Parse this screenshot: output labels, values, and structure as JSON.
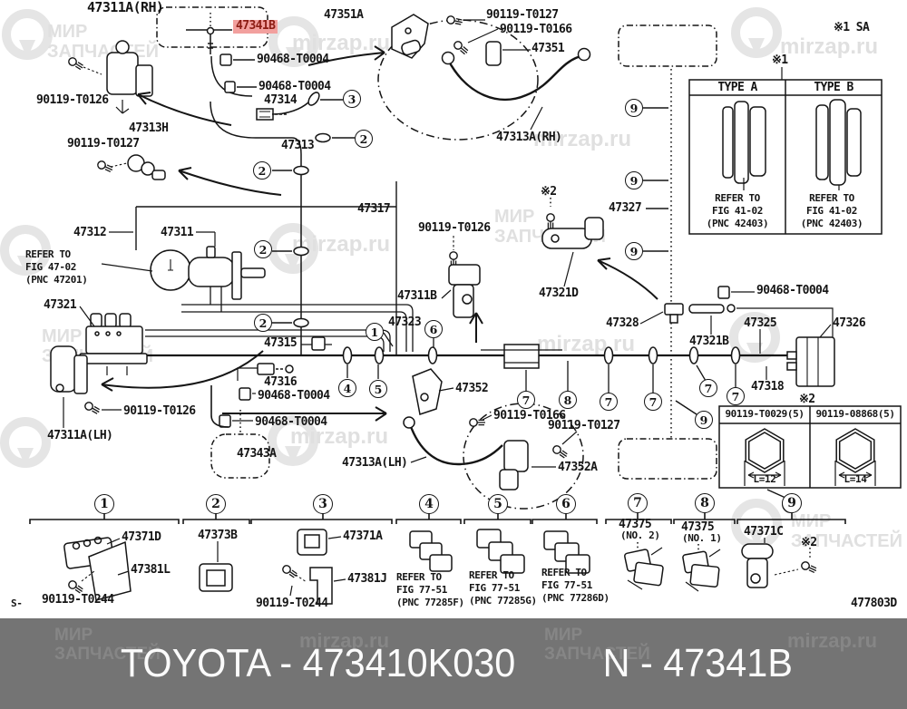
{
  "banner": {
    "left_text": "TOYOTA - 473410K030",
    "right_text": "N - 47341B"
  },
  "footer_code": "477803D",
  "colors": {
    "banner_bg": "#747474",
    "highlight_bg": "#f2a09e",
    "highlight_fg": "#8c1c13"
  },
  "watermark": {
    "brand": "МИР\nЗАПЧАСТЕЙ",
    "site": "mirzap.ru"
  },
  "digits": {
    "n1": "1",
    "n2": "2",
    "n3": "3",
    "n4": "4",
    "n5": "5",
    "n6": "6",
    "n7": "7",
    "n8": "8",
    "n9": "9"
  },
  "markers": {
    "sa": "※1 SA",
    "m1": "※1",
    "m2": "※2"
  },
  "type_table": {
    "header_a": "TYPE A",
    "header_b": "TYPE B",
    "note": "REFER TO\nFIG 41-02\n(PNC 42403)"
  },
  "nut_table": {
    "left_part": "90119-T0029(5)",
    "right_part": "90119-08868(5)",
    "left_len": "L=12",
    "right_len": "L=14"
  },
  "parts": {
    "p47311a_rh": "47311A(RH)",
    "p47341b": "47341B",
    "p90468": "90468-T0004",
    "p47314": "47314",
    "p47313h": "47313H",
    "p90119_t0127": "90119-T0127",
    "p47313": "47313",
    "p90119_t0126": "90119-T0126",
    "p47351a": "47351A",
    "p90119_t0166": "90119-T0166",
    "p47351": "47351",
    "p47313a_rh": "47313A(RH)",
    "p47327": "47327",
    "p47312": "47312",
    "p47311": "47311",
    "p47321": "47321",
    "p47317": "47317",
    "p47311b": "47311B",
    "p47321d": "47321D",
    "p47323": "47323",
    "p47315": "47315",
    "p47316": "47316",
    "p47311a_lh": "47311A(LH)",
    "p47343a": "47343A",
    "p47313a_lh": "47313A(LH)",
    "p47352": "47352",
    "p47352a": "47352A",
    "p47328": "47328",
    "p47321b": "47321B",
    "p47325": "47325",
    "p47326": "47326",
    "p47318": "47318",
    "p47371d": "47371D",
    "p47381l": "47381L",
    "p90119_t0244": "90119-T0244",
    "p47373b": "47373B",
    "p47371a": "47371A",
    "p47381j": "47381J",
    "p47375": "47375",
    "no2": "(NO. 2)",
    "no1": "(NO. 1)",
    "p47371c": "47371C",
    "s_mark": "S-"
  },
  "notes": {
    "master": "REFER TO\nFIG 47-02\n(PNC 47201)",
    "fig77f": "REFER TO\nFIG 77-51\n(PNC 77285F)",
    "fig77g": "REFER TO\nFIG 77-51\n(PNC 77285G)",
    "fig77d": "REFER TO\nFIG 77-51\n(PNC 77286D)"
  }
}
